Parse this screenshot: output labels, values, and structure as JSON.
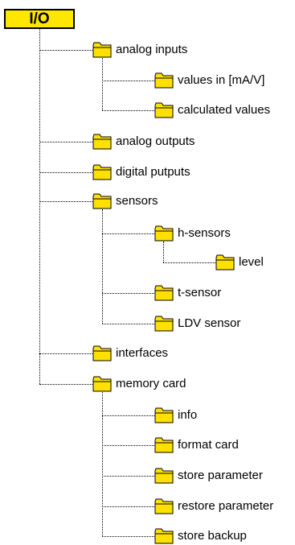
{
  "root": {
    "label": "I/O"
  },
  "items": [
    {
      "label": "analog inputs",
      "level": 1
    },
    {
      "label": "values in [mA/V]",
      "level": 2
    },
    {
      "label": "calculated values",
      "level": 2
    },
    {
      "label": "analog outputs",
      "level": 1
    },
    {
      "label": "digital putputs",
      "level": 1
    },
    {
      "label": "sensors",
      "level": 1
    },
    {
      "label": "h-sensors",
      "level": 2
    },
    {
      "label": "level",
      "level": 3
    },
    {
      "label": "t-sensor",
      "level": 2
    },
    {
      "label": "LDV sensor",
      "level": 2
    },
    {
      "label": "interfaces",
      "level": 1
    },
    {
      "label": "memory card",
      "level": 1
    },
    {
      "label": "info",
      "level": 2
    },
    {
      "label": "format card",
      "level": 2
    },
    {
      "label": "store parameter",
      "level": 2
    },
    {
      "label": "restore parameter",
      "level": 2
    },
    {
      "label": "store backup",
      "level": 2
    }
  ],
  "colors": {
    "folder_fill": "#ffe000",
    "root_fill": "#ffe600",
    "outline": "#000000"
  },
  "icons": {
    "folder": "folder-icon"
  }
}
